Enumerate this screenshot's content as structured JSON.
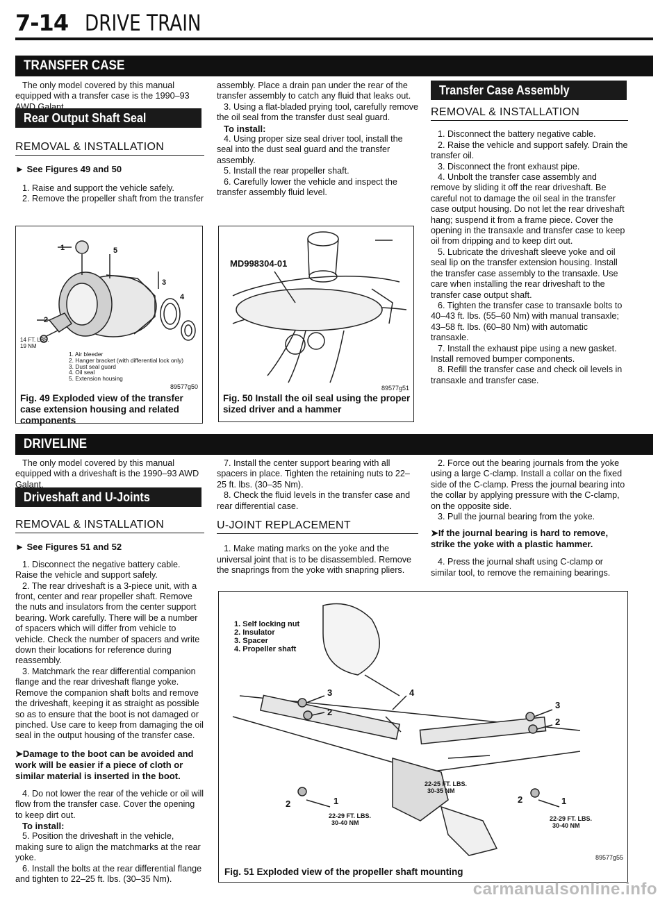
{
  "header": {
    "page_number": "7-14",
    "title": "DRIVE TRAIN"
  },
  "transfer_case": {
    "banner": "TRANSFER CASE",
    "intro": "The only model covered by this manual equipped with a transfer case is the 1990–93 AWD Galant.",
    "rear_seal": {
      "banner": "Rear Output Shaft Seal",
      "heading": "REMOVAL & INSTALLATION",
      "see_figures": "See Figures 49 and 50",
      "steps_a": [
        "1. Raise and support the vehicle safely.",
        "2. Remove the propeller shaft from the transfer"
      ],
      "steps_b": [
        "assembly. Place a drain pan under the rear of the transfer assembly to catch any fluid that leaks out.",
        "3. Using a flat-bladed prying tool, carefully remove the oil seal from the transfer dust seal guard."
      ],
      "to_install": "To install:",
      "steps_c": [
        "4. Using proper size seal driver tool, install the seal into the dust seal guard and the transfer assembly.",
        "5. Install the rear propeller shaft.",
        "6. Carefully lower the vehicle and inspect the transfer assembly fluid level."
      ]
    },
    "fig49": {
      "caption": "Fig. 49 Exploded view of the transfer case extension housing and related components",
      "code": "89577g50",
      "torque": "14 FT. LBS.",
      "torque_nm": "19 NM",
      "legend": [
        "1. Air bleeder",
        "2. Hanger bracket (with differential lock only)",
        "3. Dust seal guard",
        "4. Oil seal",
        "5. Extension housing"
      ],
      "callouts": [
        "1",
        "2",
        "3",
        "4",
        "5"
      ]
    },
    "fig50": {
      "caption": "Fig. 50 Install the oil seal using the proper sized driver and a hammer",
      "code": "89577g51",
      "tool": "MD998304-01"
    },
    "assembly": {
      "banner": "Transfer Case Assembly",
      "heading": "REMOVAL & INSTALLATION",
      "steps": [
        "1. Disconnect the battery negative cable.",
        "2. Raise the vehicle and support safely. Drain the transfer oil.",
        "3. Disconnect the front exhaust pipe.",
        "4. Unbolt the transfer case assembly and remove by sliding it off the rear driveshaft. Be careful not to damage the oil seal in the transfer case output housing. Do not let the rear driveshaft hang; suspend it from a frame piece. Cover the opening in the transaxle and transfer case to keep oil from dripping and to keep dirt out.",
        "5. Lubricate the driveshaft sleeve yoke and oil seal lip on the transfer extension housing. Install the transfer case assembly to the transaxle. Use care when installing the rear driveshaft to the transfer case output shaft.",
        "6. Tighten the transfer case to transaxle bolts to 40–43 ft. lbs. (55–60 Nm) with manual transaxle; 43–58 ft. lbs. (60–80 Nm) with automatic transaxle.",
        "7. Install the exhaust pipe using a new gasket. Install removed bumper components.",
        "8. Refill the transfer case and check oil levels in transaxle and transfer case."
      ]
    }
  },
  "driveline": {
    "banner": "DRIVELINE",
    "intro": "The only model covered by this manual equipped with a driveshaft is the 1990–93 AWD Galant.",
    "ujoints_banner": "Driveshaft and U-Joints",
    "heading": "REMOVAL & INSTALLATION",
    "see_figures": "See Figures 51 and 52",
    "steps_a": [
      "1. Disconnect the negative battery cable. Raise the vehicle and support safely.",
      "2. The rear driveshaft is a 3-piece unit, with a front, center and rear propeller shaft. Remove the nuts and insulators from the center support bearing. Work carefully. There will be a number of spacers which will differ from vehicle to vehicle. Check the number of spacers and write down their locations for reference during reassembly.",
      "3. Matchmark the rear differential companion flange and the rear driveshaft flange yoke. Remove the companion shaft bolts and remove the driveshaft, keeping it as straight as possible so as to ensure that the boot is not damaged or pinched. Use care to keep from damaging the oil seal in the output housing of the transfer case."
    ],
    "note": "Damage to the boot can be avoided and work will be easier if a piece of cloth or similar material is inserted in the boot.",
    "step4": "4. Do not lower the rear of the vehicle or oil will flow from the transfer case. Cover the opening to keep dirt out.",
    "to_install": "To install:",
    "steps_b": [
      "5. Position the driveshaft in the vehicle, making sure to align the matchmarks at the rear yoke.",
      "6. Install the bolts at the rear differential flange and tighten to 22–25 ft. lbs. (30–35 Nm)."
    ],
    "steps_c": [
      "7. Install the center support bearing with all spacers in place. Tighten the retaining nuts to 22–25 ft. lbs. (30–35 Nm).",
      "8. Check the fluid levels in the transfer case and rear differential case."
    ],
    "ujoint_heading": "U-JOINT REPLACEMENT",
    "ujoint_steps": [
      "1. Make mating marks on the yoke and the universal joint that is to be disassembled. Remove the snaprings from the yoke with snapring pliers."
    ],
    "col3_steps": [
      "2. Force out the bearing journals from the yoke using a large C-clamp. Install a collar on the fixed side of the C-clamp. Press the journal bearing into the collar by applying pressure with the C-clamp, on the opposite side.",
      "3. Pull the journal bearing from the yoke."
    ],
    "note2": "If the journal bearing is hard to remove, strike the yoke with a plastic hammer.",
    "step4_col3": "4. Press the journal shaft using C-clamp or similar tool, to remove the remaining bearings.",
    "fig51": {
      "caption": "Fig. 51 Exploded view of the propeller shaft mounting",
      "code": "89577g55",
      "legend": [
        "1. Self locking nut",
        "2. Insulator",
        "3. Spacer",
        "4. Propeller shaft"
      ],
      "torque_top": "22-25 FT. LBS.",
      "torque_top_nm": "30-35 NM",
      "torque_left": "22-29 FT. LBS.",
      "torque_left_nm": "30-40 NM",
      "torque_right": "22-29 FT. LBS.",
      "torque_right_nm": "30-40 NM",
      "callouts": [
        "1",
        "2",
        "3",
        "4"
      ]
    }
  },
  "watermark": "carmanualsonline.info"
}
